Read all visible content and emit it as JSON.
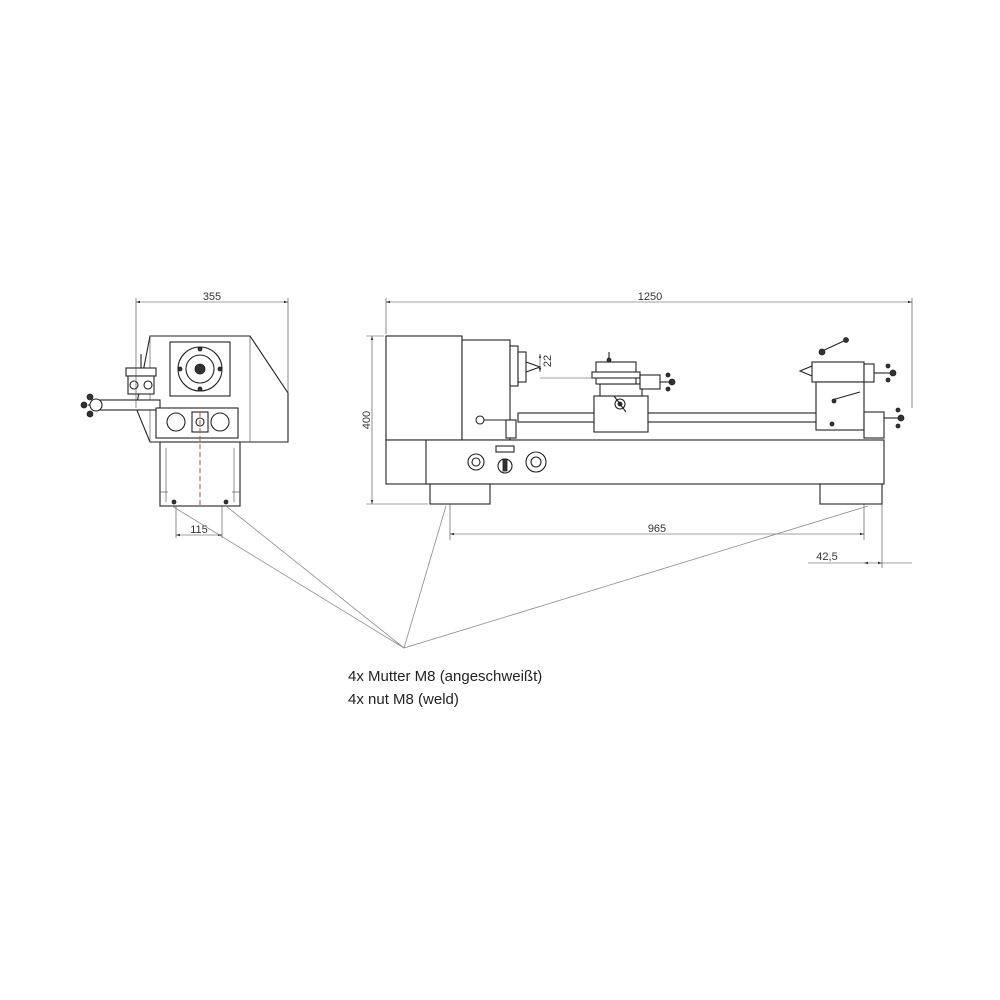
{
  "dimensions": {
    "front_width": "355",
    "front_foot_spacing": "115",
    "side_length": "1250",
    "side_height": "400",
    "side_center_height": "22",
    "foot_spacing": "965",
    "foot_offset": "42,5"
  },
  "note": {
    "line_de": "4x Mutter M8 (angeschweißt)",
    "line_en": "4x nut M8 (weld)"
  }
}
